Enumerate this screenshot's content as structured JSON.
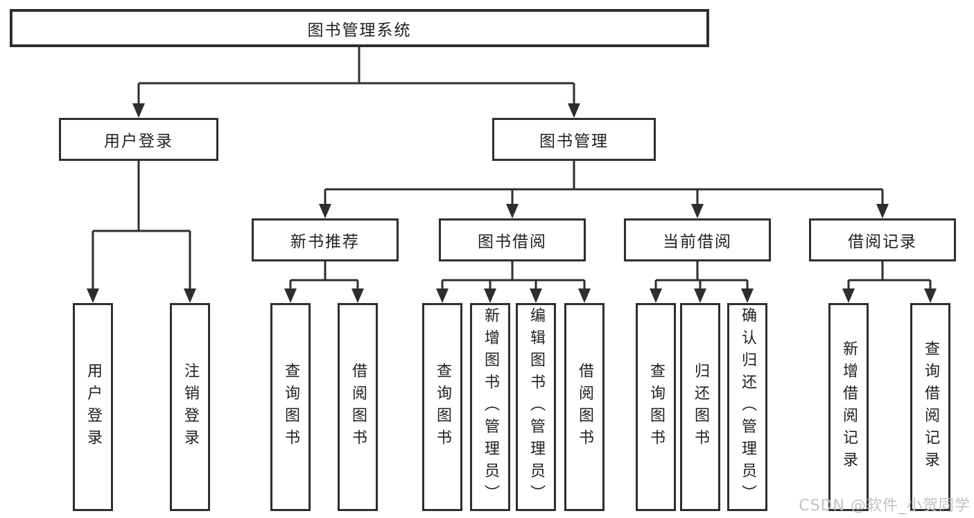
{
  "nodes": {
    "root": "图书管理系统",
    "user_login": "用户登录",
    "book_management": "图书管理",
    "new_book_recommend": "新书推荐",
    "book_borrowing": "图书借阅",
    "current_borrowing": "当前借阅",
    "borrowing_records": "借阅记录",
    "leaf_user_login": "用户登录",
    "leaf_logout_login": "注销登录",
    "leaf_query_books_recommend": "查询图书",
    "leaf_borrow_books_recommend": "借阅图书",
    "leaf_query_books_borrowing": "查询图书",
    "leaf_add_books_admin": "新增图书（管理员）",
    "leaf_edit_books_admin": "编辑图书（管理员）",
    "leaf_borrow_books_borrowing": "借阅图书",
    "leaf_query_books_current": "查询图书",
    "leaf_return_books": "归还图书",
    "leaf_confirm_return_admin": "确认归还（管理员）",
    "leaf_add_borrow_record": "新增借阅记录",
    "leaf_query_borrow_record": "查询借阅记录"
  },
  "watermark": "CSDN @软件_小贺同学",
  "colors": {
    "line": "#2e2e2e",
    "box_border": "#2e2e2e",
    "text": "#1f1f1f",
    "background": "#ffffff",
    "watermark": "#c2c2c2"
  }
}
